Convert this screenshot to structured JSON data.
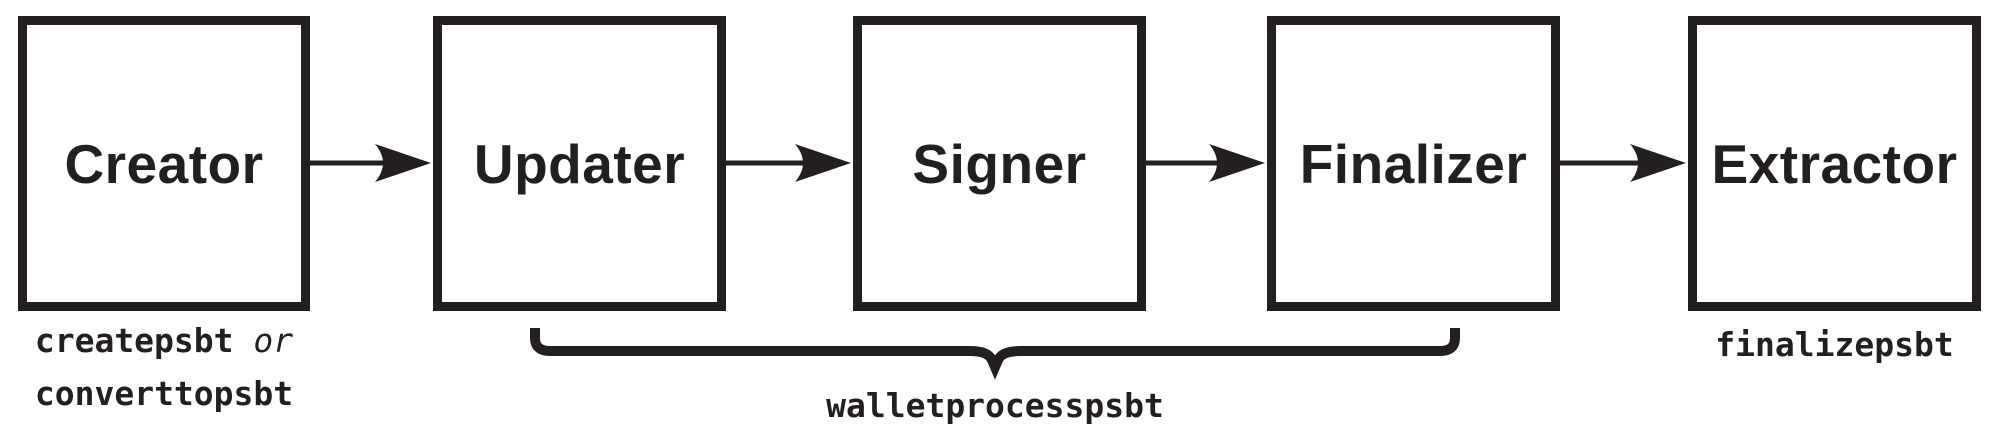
{
  "colors": {
    "ink": "#231f20",
    "background": "#ffffff"
  },
  "boxes": [
    {
      "label": "Creator"
    },
    {
      "label": "Updater"
    },
    {
      "label": "Signer"
    },
    {
      "label": "Finalizer"
    },
    {
      "label": "Extractor"
    }
  ],
  "annotations": {
    "creator_code_1": "createpsbt",
    "creator_conjunction": "or",
    "creator_code_2": "converttopsbt",
    "brace_label": "walletprocesspsbt",
    "extractor_code": "finalizepsbt"
  }
}
